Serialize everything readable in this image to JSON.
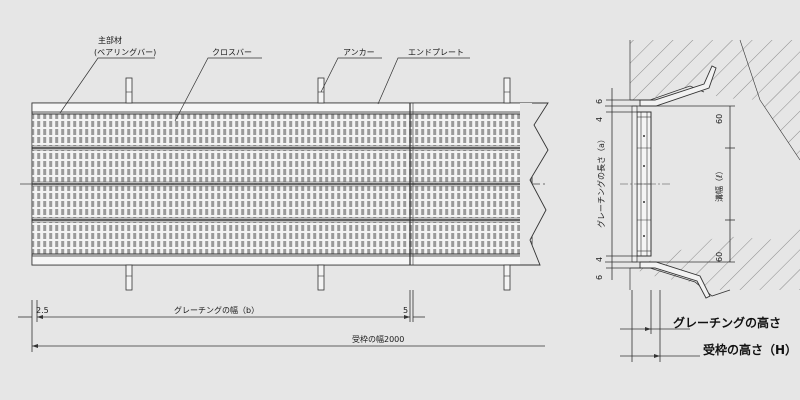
{
  "labels": {
    "main_bar_line1": "主部材",
    "main_bar_line2": "(ベアリングバー)",
    "cross_bar": "クロスバー",
    "anchor": "アンカー",
    "end_plate": "エンドプレート",
    "grating_width": "グレーチングの幅（b）",
    "frame_width": "受枠の幅2000",
    "grating_length": "グレーチングの長さ（a）",
    "channel_width": "溝幅（ℓ）",
    "grating_height": "グレーチングの高さ",
    "frame_height": "受枠の高さ（H）"
  },
  "dimensions": {
    "left_gap": "2.5",
    "right_gap": "5",
    "top_offset": "6",
    "top_step": "4",
    "top_depth": "60",
    "bottom_step": "4",
    "bottom_offset": "6",
    "bottom_depth": "60"
  },
  "colors": {
    "background": "#e6e6e6",
    "hatch": "#888888",
    "line": "#333333",
    "fill_light": "#f2f2f2"
  }
}
